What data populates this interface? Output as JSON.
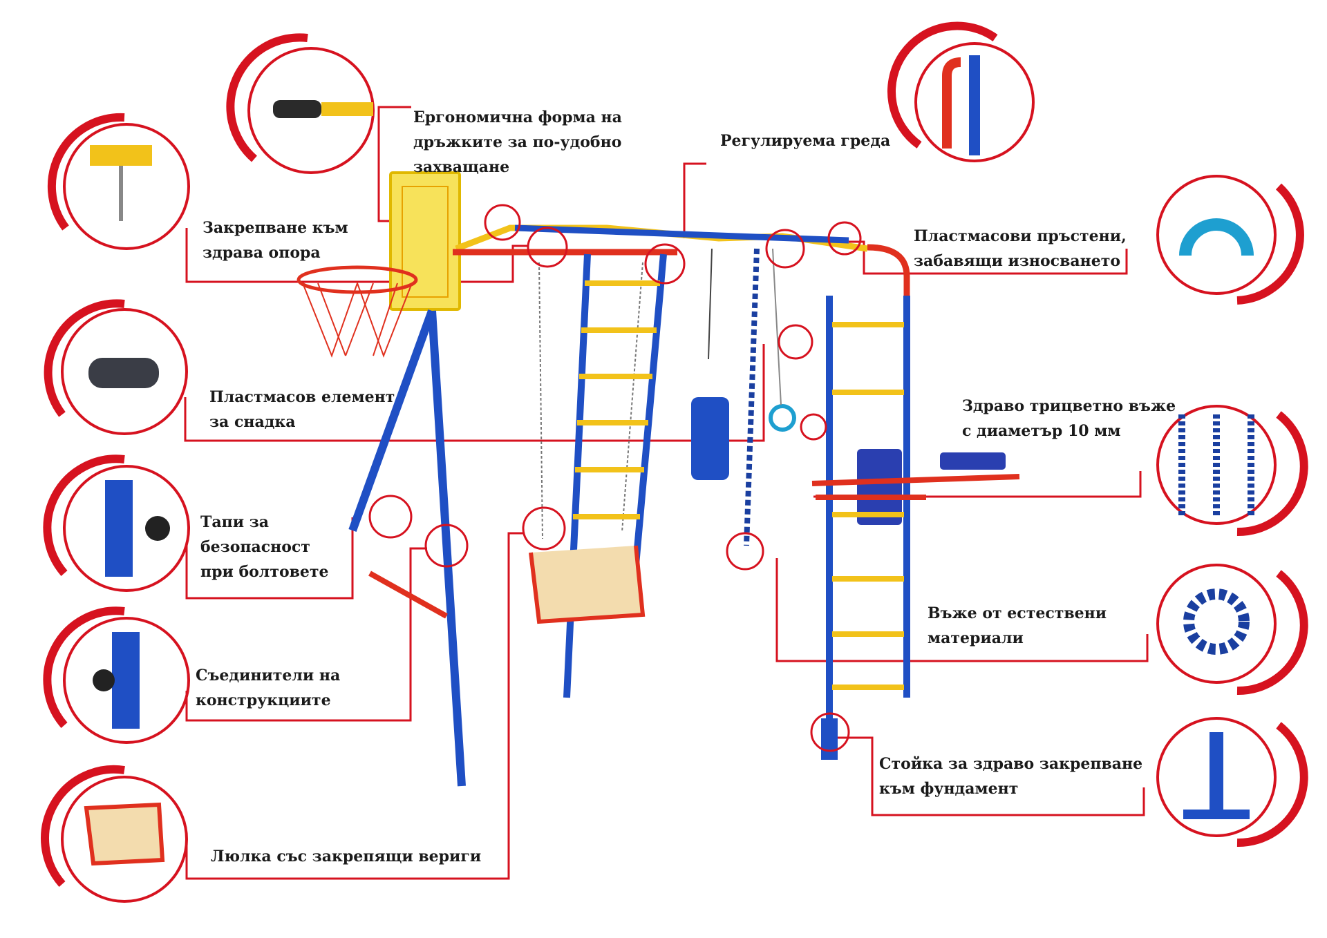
{
  "colors": {
    "accent": "#d6121f",
    "frame_blue": "#1f4fc4",
    "rung_yellow": "#f2c21a",
    "pipe_red": "#e0301e",
    "panel_yellow": "#f7e25a"
  },
  "callouts": [
    {
      "id": "handles",
      "lines": [
        "Ергономична форма на",
        "дръжките за по-удобно",
        "захващане"
      ]
    },
    {
      "id": "beam",
      "lines": [
        "Регулируема греда"
      ]
    },
    {
      "id": "mount",
      "lines": [
        "Закрепване към",
        "здрава опора"
      ]
    },
    {
      "id": "rings",
      "lines": [
        "Пластмасови пръстени,",
        "забавящи износването"
      ]
    },
    {
      "id": "snap",
      "lines": [
        "Пластмасов елемент",
        "за снадка"
      ]
    },
    {
      "id": "rope3",
      "lines": [
        "Здраво трицветно въже",
        "с диаметър 10 мм"
      ]
    },
    {
      "id": "caps",
      "lines": [
        "Тапи за",
        "безопасност",
        "при болтовете"
      ]
    },
    {
      "id": "natural_rope",
      "lines": [
        "Въже от естествени",
        "материали"
      ]
    },
    {
      "id": "connectors",
      "lines": [
        "Съединители на",
        "конструкциите"
      ]
    },
    {
      "id": "post",
      "lines": [
        "Стойка за здраво закрепване",
        "към фундамент"
      ]
    },
    {
      "id": "swing",
      "lines": [
        "Люлка със закрепящи вериги"
      ]
    }
  ]
}
